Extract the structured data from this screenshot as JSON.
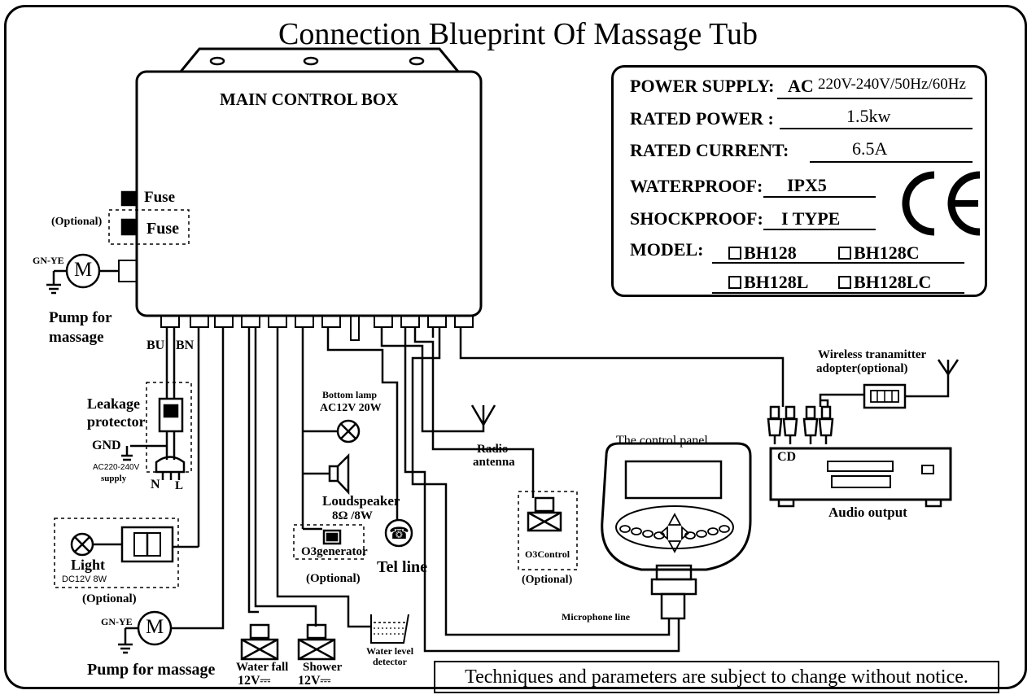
{
  "title": "Connection Blueprint  Of Massage Tub",
  "control_box": {
    "label": "MAIN CONTROL BOX"
  },
  "fuses": {
    "fuse1": "Fuse",
    "fuse2": "Fuse",
    "optional": "(Optional)"
  },
  "specs": {
    "power_supply_label": "POWER SUPPLY:",
    "power_supply_value_bold": "AC",
    "power_supply_value": "220V-240V/50Hz/60Hz",
    "rated_power_label": "RATED POWER :",
    "rated_power_value": "1.5kw",
    "rated_current_label": "RATED  CURRENT:",
    "rated_current_value": "6.5A",
    "waterproof_label": "WATERPROOF:",
    "waterproof_value": "IPX5",
    "shockproof_label": "SHOCKPROOF:",
    "shockproof_value": "I TYPE",
    "model_label": "MODEL:",
    "models": [
      "BH128",
      "BH128C",
      "BH128L",
      "BH128LC"
    ],
    "cert_mark": "CE"
  },
  "labels": {
    "gnye_top": "GN-YE",
    "motor_m": "M",
    "pump_top_line1": "Pump for",
    "pump_top_line2": "massage",
    "bu": "BU",
    "bn": "BN",
    "leakage_line1": "Leakage",
    "leakage_line2": "protector",
    "gnd": "GND",
    "supply_line1": "AC220-240V",
    "supply_line2": "supply",
    "n": "N",
    "l": "L",
    "light": "Light",
    "light_spec": "DC12V 8W",
    "light_optional": "(Optional)",
    "gnye_bottom": "GN-YE",
    "pump_bottom": "Pump for massage",
    "bottom_lamp_line1": "Bottom lamp",
    "bottom_lamp_line2": "AC12V 20W",
    "loudspeaker_line1": "Loudspeaker",
    "loudspeaker_line2": "8Ω /8W",
    "o3_generator": "O3generator",
    "o3_optional": "(Optional)",
    "tel_line": "Tel line",
    "radio_line1": "Radio",
    "radio_line2": "antenna",
    "o3_control": "O3Control",
    "o3_control_optional": "(Optional)",
    "control_panel": "The control panel",
    "microphone_line": "Microphone line",
    "waterfall_line1": "Water fall",
    "waterfall_line2": "12V⎓",
    "shower_line1": "Shower",
    "shower_line2": "12V⎓",
    "water_level_line1": "Water level",
    "water_level_line2": "detector",
    "wireless_line1": "Wireless tranamitter",
    "wireless_line2": "adopter(optional)",
    "cd": "CD",
    "audio_output": "Audio output"
  },
  "notice": "Techniques and parameters are subject to change without notice."
}
